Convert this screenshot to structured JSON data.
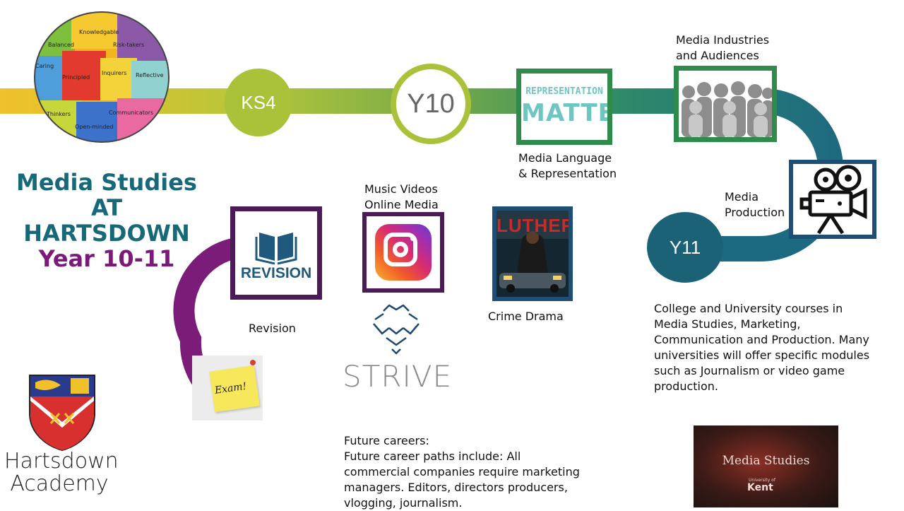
{
  "title": {
    "line1": "Media Studies",
    "line2": "AT HARTSDOWN",
    "line3": "Year 10-11"
  },
  "nodes": {
    "ks4": "KS4",
    "y10": "Y10",
    "y11": "Y11"
  },
  "puzzle_words": [
    "Knowledgable",
    "Balanced",
    "Risk-takers",
    "Caring",
    "Principled",
    "Inquirers",
    "Reflective",
    "Thinkers",
    "Communicators",
    "Open-minded"
  ],
  "tiles": {
    "representation": {
      "line1": "REPRESENTATION",
      "line2": "MATTERS"
    },
    "revision": "REVISION",
    "luther": "LUTHER",
    "exam_note": "Exam!"
  },
  "labels": {
    "media_industries": "Media Industries\nand Audiences",
    "media_language": "Media Language\n& Representation",
    "media_production": "Media\nProduction",
    "music_videos": "Music Videos\nOnline Media",
    "revision": "Revision",
    "crime_drama": "Crime Drama",
    "college": "College and University courses in Media Studies, Marketing, Communication and Production. Many universities will offer specific modules such as Journalism or video game production.",
    "future_careers": "Future careers:\nFuture career paths include: All commercial companies require marketing managers. Editors, directors producers, vlogging, journalism."
  },
  "logos": {
    "strive": "STRIVE",
    "school_line1": "Hartsdown",
    "school_line2": "Academy",
    "kent_title": "Media Studies",
    "kent_small": "University of",
    "kent_name": "Kent"
  },
  "colors": {
    "teal": "#17697a",
    "purple": "#7b1a7b",
    "lime": "#a9c23a",
    "green": "#2e8b4c",
    "dark_purple": "#4b1a57",
    "navy": "#1d4e75"
  }
}
